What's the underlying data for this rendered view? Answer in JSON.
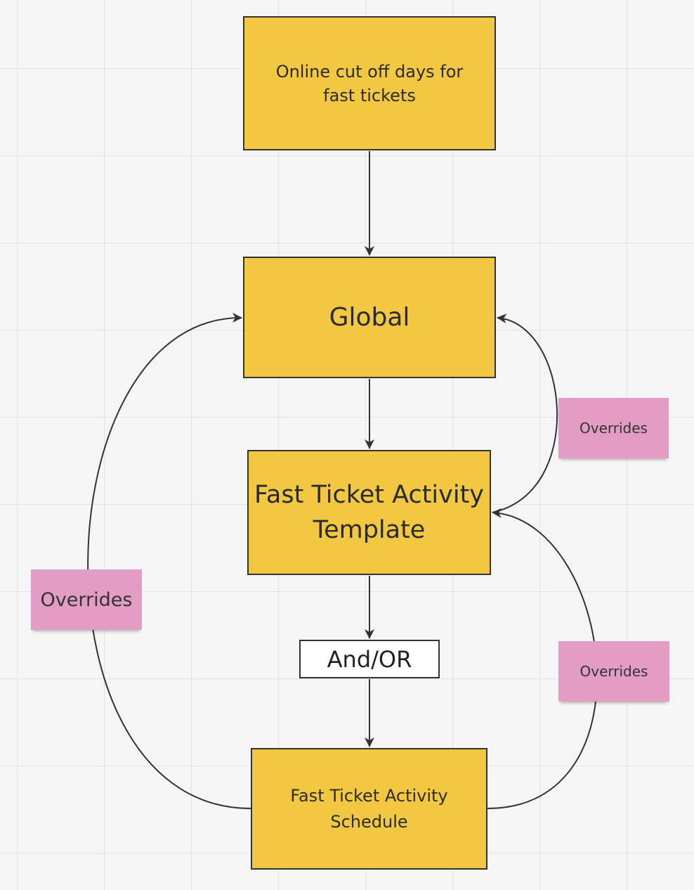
{
  "nodes": {
    "online_cutoff": "Online cut off days for fast tickets",
    "global": "Global",
    "template": "Fast Ticket Activity Template",
    "schedule": "Fast Ticket Activity Schedule",
    "connector": "And/OR"
  },
  "stickies": {
    "right_top": "Overrides",
    "left": "Overrides",
    "right_bottom": "Overrides"
  },
  "colors": {
    "box_fill": "#f2c843",
    "sticky_fill": "#e39dc4",
    "line": "#333333"
  }
}
